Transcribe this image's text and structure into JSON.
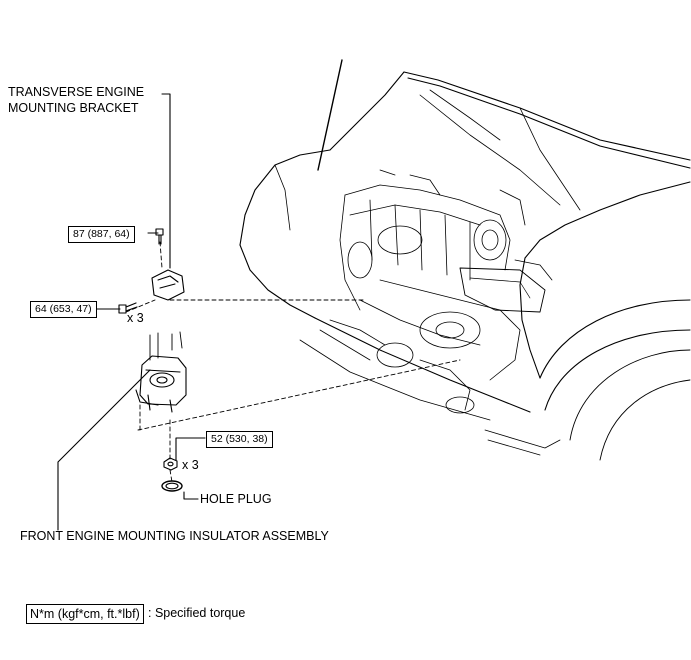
{
  "labels": {
    "transverse_bracket_line1": "TRANSVERSE ENGINE",
    "transverse_bracket_line2": "MOUNTING BRACKET",
    "hole_plug": "HOLE PLUG",
    "front_insulator": "FRONT ENGINE MOUNTING INSULATOR ASSEMBLY"
  },
  "torques": {
    "bracket_bolt": "87 (887, 64)",
    "side_bolts": "64 (653, 47)",
    "nuts": "52 (530, 38)"
  },
  "quantities": {
    "side_bolts": "x 3",
    "nuts": "x 3"
  },
  "legend": {
    "box": "N*m (kgf*cm, ft.*lbf)",
    "text": ": Specified torque"
  }
}
